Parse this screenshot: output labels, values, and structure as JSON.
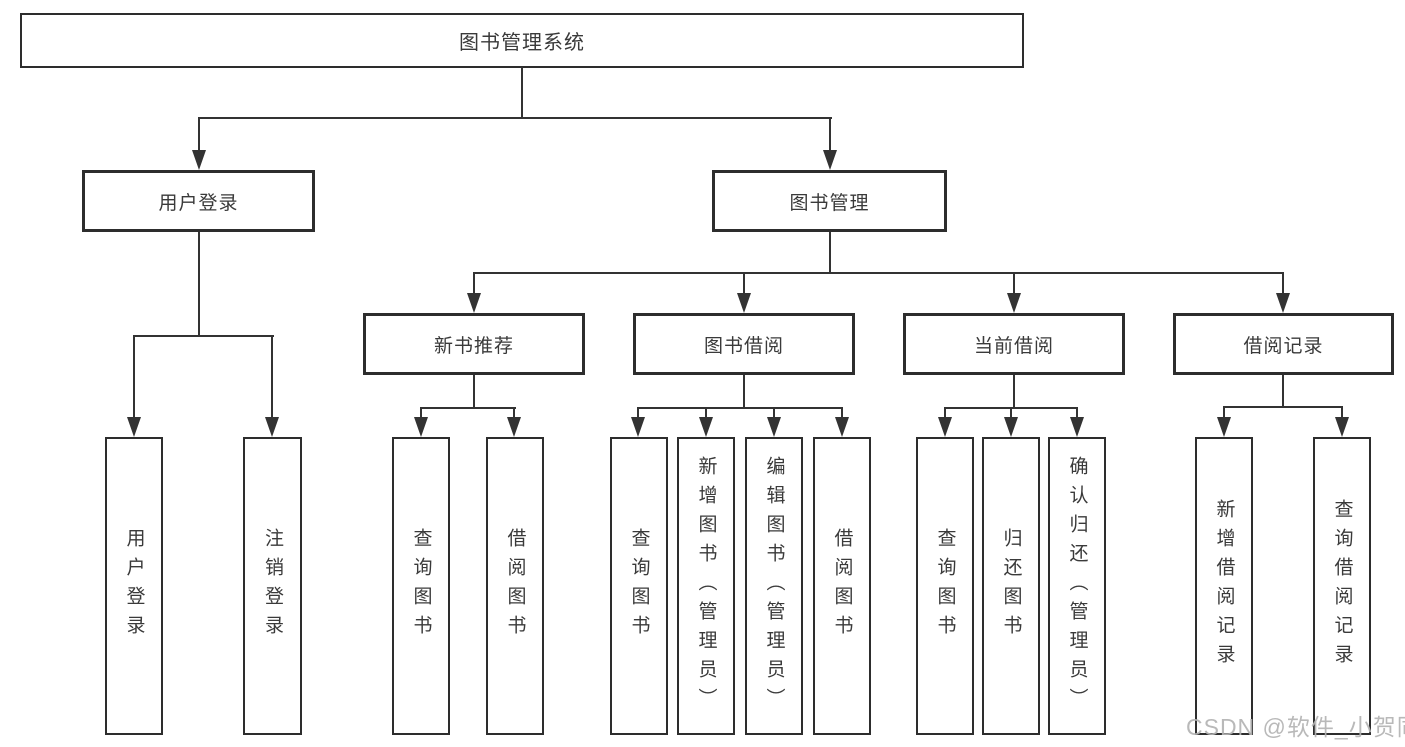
{
  "diagram": {
    "title": "图书管理系统",
    "root": {
      "label": "图书管理系统"
    },
    "branches": [
      {
        "label": "用户登录",
        "children": [
          {
            "label": "用户登录"
          },
          {
            "label": "注销登录"
          }
        ]
      },
      {
        "label": "图书管理",
        "children": [
          {
            "label": "新书推荐",
            "children": [
              {
                "label": "查询图书"
              },
              {
                "label": "借阅图书"
              }
            ]
          },
          {
            "label": "图书借阅",
            "children": [
              {
                "label": "查询图书"
              },
              {
                "label": "新增图书（管理员）"
              },
              {
                "label": "编辑图书（管理员）"
              },
              {
                "label": "借阅图书"
              }
            ]
          },
          {
            "label": "当前借阅",
            "children": [
              {
                "label": "查询图书"
              },
              {
                "label": "归还图书"
              },
              {
                "label": "确认归还（管理员）"
              }
            ]
          },
          {
            "label": "借阅记录",
            "children": [
              {
                "label": "新增借阅记录"
              },
              {
                "label": "查询借阅记录"
              }
            ]
          }
        ]
      }
    ],
    "watermark": {
      "text": "CSDN @软件_小贺同学"
    }
  },
  "colors": {
    "line": "#333333",
    "border": "#2d2d2d",
    "text": "#3a3a3a",
    "watermark": "#b4b4b4",
    "bg": "#ffffff"
  }
}
